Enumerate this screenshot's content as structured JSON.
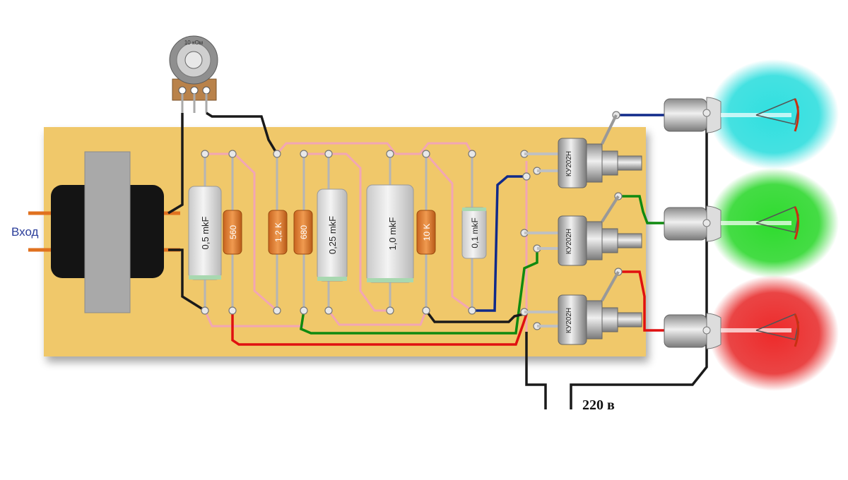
{
  "labels": {
    "input": "Вход",
    "mains": "220 в",
    "potentiometer": "10 кОм"
  },
  "capacitors": {
    "c1": "0,5 mkF",
    "c2": "0,25 mkF",
    "c3": "1,0 mkF",
    "c4": "0,1 mkF"
  },
  "resistors": {
    "r1": "560",
    "r2": "1,2 K",
    "r3": "680",
    "r4": "10 K"
  },
  "thyristors": {
    "t1": "КУ202Н",
    "t2": "КУ202Н",
    "t3": "КУ202Н"
  },
  "colors": {
    "board": "#f0c86a",
    "lamp_top": "#3fd8d8",
    "lamp_mid": "#3ed83e",
    "lamp_bottom": "#e83030",
    "wire_black": "#1a1a1a",
    "wire_pink": "#f2a6b4",
    "wire_red": "#e01010",
    "wire_green": "#108a10",
    "wire_blue": "#102a8a"
  }
}
